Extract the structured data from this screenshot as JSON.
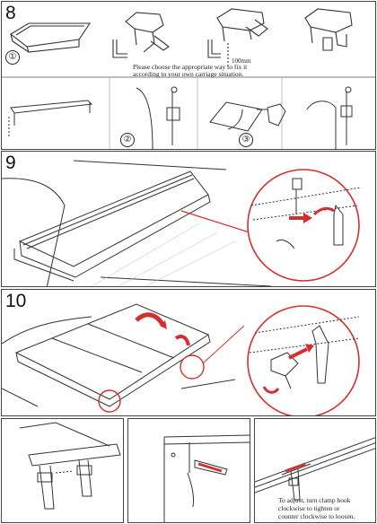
{
  "step8": {
    "number": "8",
    "circles": [
      "①",
      "②",
      "③"
    ],
    "dimension": "100mm",
    "instruction_line1": "Please choose the appropriate way to fix it",
    "instruction_line2": "according to your own carriage situation."
  },
  "step9": {
    "number": "9"
  },
  "step10": {
    "number": "10"
  },
  "bottom": {
    "adjust_note_line1": "To adjust, turn clamp hook",
    "adjust_note_line2": "clockwise to tighten or",
    "adjust_note_line3": "counter clockwise to loosen."
  },
  "colors": {
    "accent": "#d42f2f",
    "line": "#333333"
  }
}
